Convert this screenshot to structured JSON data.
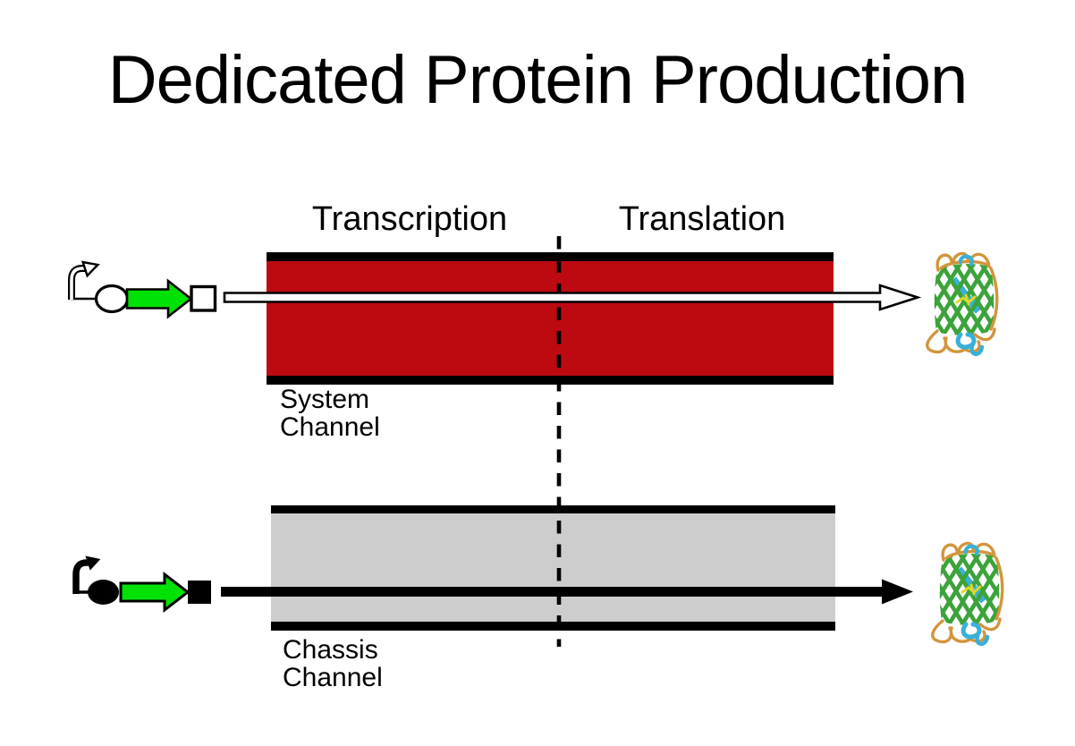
{
  "title": "Dedicated Protein Production",
  "phase_headers": {
    "transcription": "Transcription",
    "translation": "Translation"
  },
  "channels": {
    "system": {
      "name": "System Channel",
      "label_lines": [
        "System",
        "Channel"
      ],
      "fill_color": "#bd0a11",
      "border_color": "#000000",
      "signal_style": "white-outlined-arrow"
    },
    "chassis": {
      "name": "Chassis Channel",
      "label_lines": [
        "Chassis",
        "Channel"
      ],
      "fill_color": "#cdcdcd",
      "border_color": "#000000",
      "signal_style": "solid-black-arrow"
    }
  },
  "colors": {
    "gene_arrow_green": "#00e105",
    "divider_black": "#000000",
    "gfp_ribbon_green": "#3ba33a",
    "gfp_loop_orange": "#d2953c",
    "gfp_helix_cyan": "#38b0d8",
    "gfp_chromophore_yellow": "#ddd82a"
  },
  "icons": {
    "system_cassette": [
      "promoter-arrow-icon",
      "rbs-ellipse-icon",
      "gene-arrow-icon",
      "terminator-square-icon"
    ],
    "chassis_cassette": [
      "promoter-arrow-icon",
      "rbs-ellipse-icon",
      "gene-arrow-icon",
      "terminator-square-icon"
    ],
    "output_protein": "gfp-protein-icon",
    "divider": "dashed-phase-divider"
  }
}
